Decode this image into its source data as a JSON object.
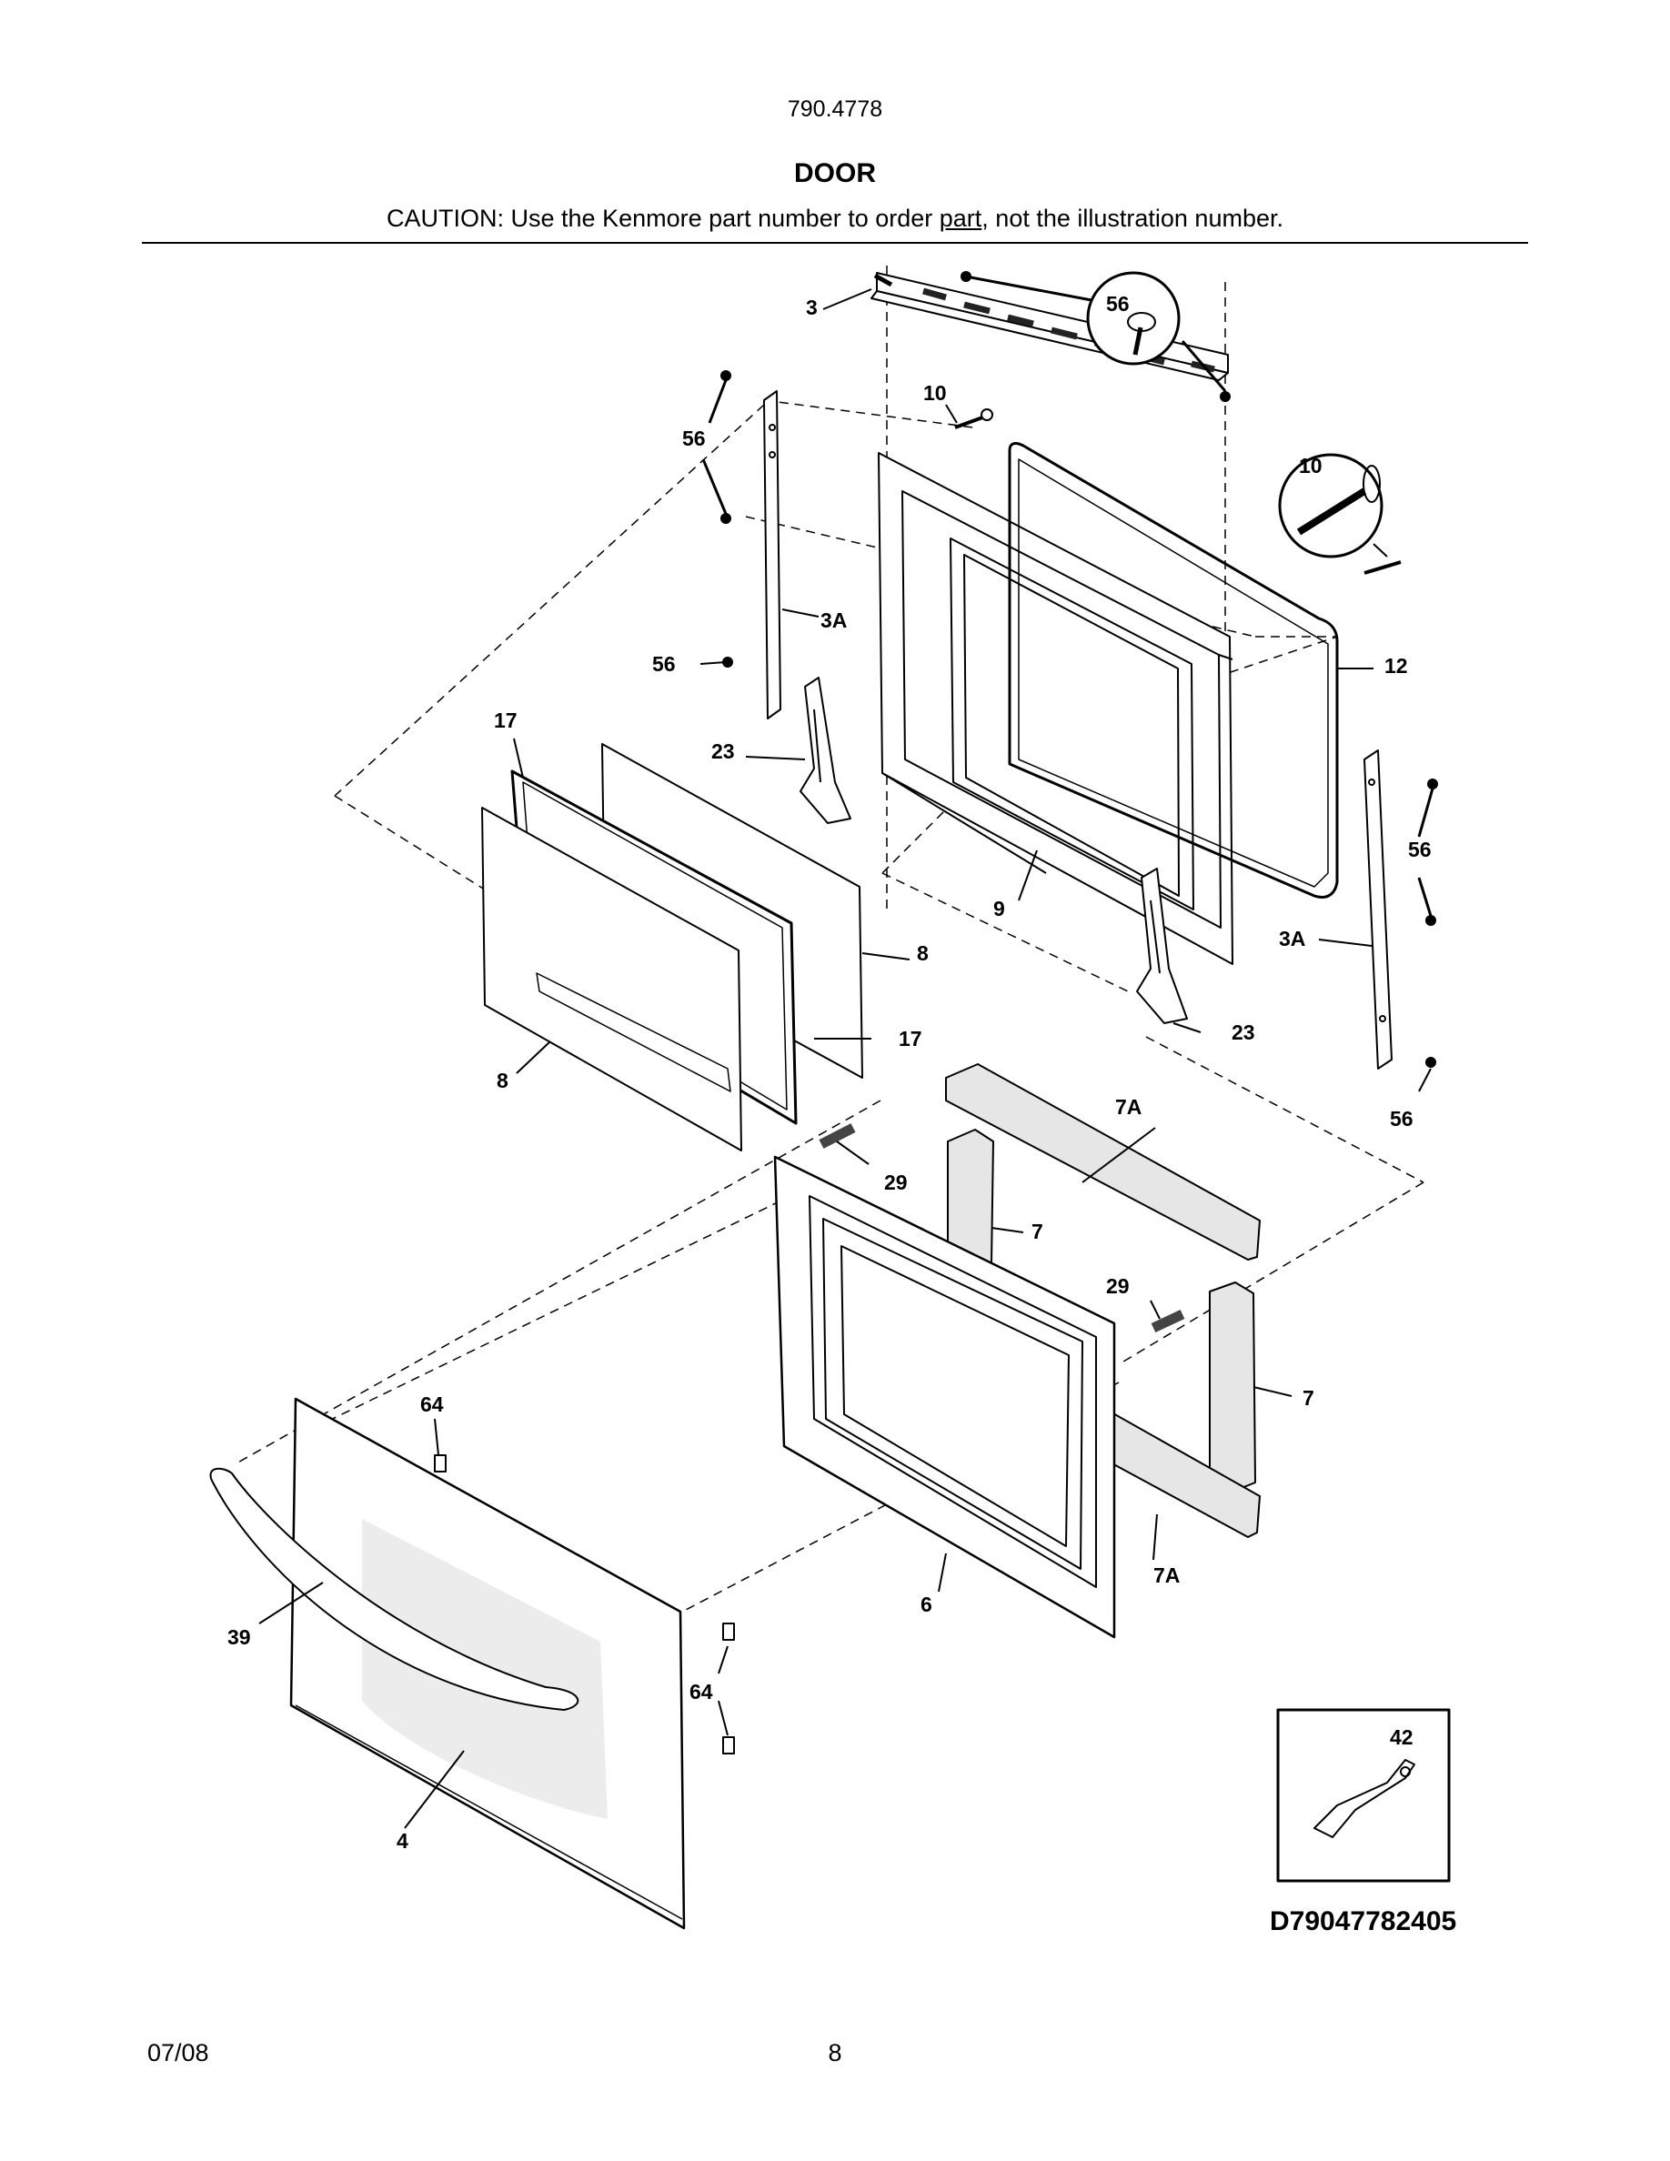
{
  "header": {
    "model_number": "790.4778",
    "section_title": "DOOR",
    "caution_prefix": "CAUTION: Use the Kenmore part number to order ",
    "caution_link": "part",
    "caution_suffix": ", not the illustration number."
  },
  "callouts": {
    "c3": "3",
    "c56_top": "56",
    "c10": "10",
    "c10_zoom": "10",
    "c56_left": "56",
    "c3a_left": "3A",
    "c56_mid": "56",
    "c12": "12",
    "c17_top": "17",
    "c23_left": "23",
    "c56_right": "56",
    "c9": "9",
    "c8_right": "8",
    "c3a_right": "3A",
    "c17_bottom": "17",
    "c23_right": "23",
    "c8_left": "8",
    "c7a_top": "7A",
    "c56_bottom": "56",
    "c29_left": "29",
    "c7_left": "7",
    "c29_right": "29",
    "c64_top": "64",
    "c7_right": "7",
    "c7a_bottom": "7A",
    "c6": "6",
    "c39": "39",
    "c64_bottom": "64",
    "c42": "42",
    "c4": "4"
  },
  "diagram_code": "D79047782405",
  "footer": {
    "date": "07/08",
    "page": "8"
  }
}
